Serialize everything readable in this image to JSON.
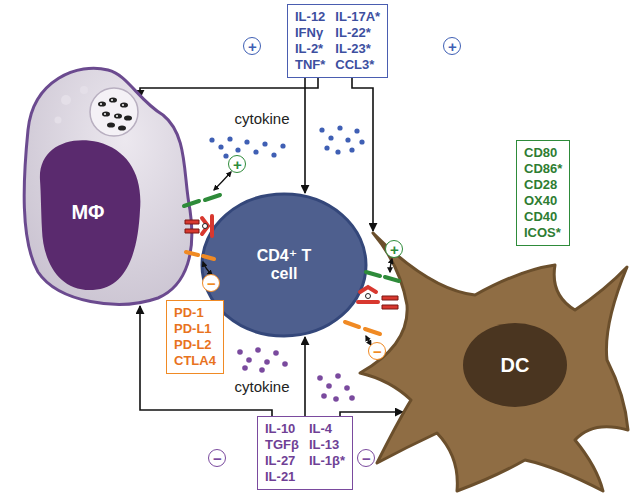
{
  "diagram": {
    "nodes": [
      {
        "text": [
          "IL-12",
          "IL-17A*",
          "IFNγ",
          "IL-22*",
          "IL-2*",
          "IL-23*",
          "TNF*",
          "CCL3*"
        ]
      },
      {
        "text": [
          "+"
        ]
      },
      {
        "text": [
          "+"
        ]
      },
      {
        "text": [
          "MΦ"
        ]
      },
      {
        "text": [
          "CD80",
          "CD86*",
          "CD28",
          "OX40",
          "CD40",
          "ICOS*"
        ]
      },
      {
        "text": [
          "+"
        ]
      },
      {
        "text": [
          "CD4⁺ T cell"
        ]
      },
      {
        "text": [
          "−"
        ]
      },
      {
        "text": [
          "PD-1",
          "PD-L1",
          "PD-L2",
          "CTLA4"
        ]
      },
      {
        "text": [
          "+"
        ]
      },
      {
        "text": [
          "−"
        ]
      },
      {
        "text": [
          "DC"
        ]
      },
      {
        "text": [
          "−"
        ]
      },
      {
        "text": [
          "IL-10",
          "IL-4",
          "TGFβ",
          "IL-13",
          "IL-27",
          "IL-1β*",
          "IL-21"
        ]
      },
      {
        "text": [
          "−"
        ]
      }
    ],
    "edges": [
      {
        "from": 0,
        "to": 3,
        "arrow": "to"
      },
      {
        "from": 0,
        "to": 6,
        "arrow": "to"
      },
      {
        "from": 0,
        "to": 11,
        "arrow": "to"
      },
      {
        "from": 13,
        "to": 3,
        "arrow": "to"
      },
      {
        "from": 13,
        "to": 6,
        "arrow": "to"
      },
      {
        "from": 13,
        "to": 11,
        "arrow": "to"
      }
    ],
    "labels": [
      "cytokine",
      "cytokine"
    ]
  }
}
